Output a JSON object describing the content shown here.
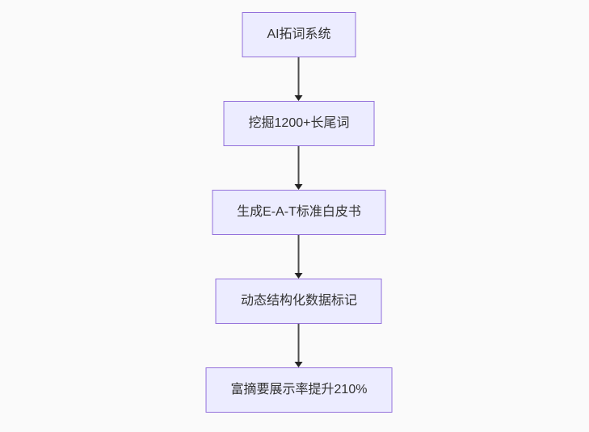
{
  "diagram": {
    "type": "flowchart-vertical",
    "nodes": [
      {
        "label": "AI拓词系统"
      },
      {
        "label": "挖掘1200+长尾词"
      },
      {
        "label": "生成E-A-T标准白皮书"
      },
      {
        "label": "动态结构化数据标记"
      },
      {
        "label": "富摘要展示率提升210%"
      }
    ],
    "edges": [
      {
        "from": 0,
        "to": 1
      },
      {
        "from": 1,
        "to": 2
      },
      {
        "from": 2,
        "to": 3
      },
      {
        "from": 3,
        "to": 4
      }
    ],
    "colors": {
      "background": "#fafafa",
      "node_fill": "#ececff",
      "node_border": "#9370db",
      "text": "#333333",
      "arrow_line": "#4d4d4d",
      "arrow_head": "#222222"
    }
  }
}
